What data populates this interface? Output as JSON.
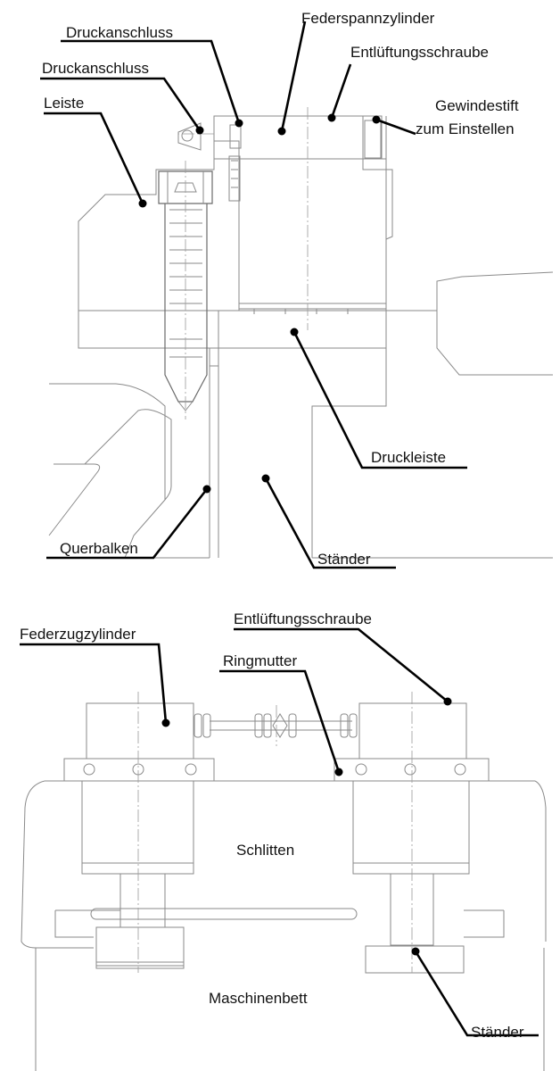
{
  "top_diagram": {
    "labels": {
      "federspannzylinder": "Federspannzylinder",
      "druckanschluss_1": "Druckanschluss",
      "druckanschluss_2": "Druckanschluss",
      "entlueftungsschraube": "Entlüftungsschraube",
      "leiste": "Leiste",
      "gewindestift_line1": "Gewindestift",
      "gewindestift_line2": "zum Einstellen",
      "druckleiste": "Druckleiste",
      "querbalken": "Querbalken",
      "staender": "Ständer"
    }
  },
  "bottom_diagram": {
    "labels": {
      "entlueftungsschraube": "Entlüftungsschraube",
      "federzugzylinder": "Federzugzylinder",
      "ringmutter": "Ringmutter",
      "schlitten": "Schlitten",
      "maschinenbett": "Maschinenbett",
      "staender": "Ständer"
    }
  }
}
